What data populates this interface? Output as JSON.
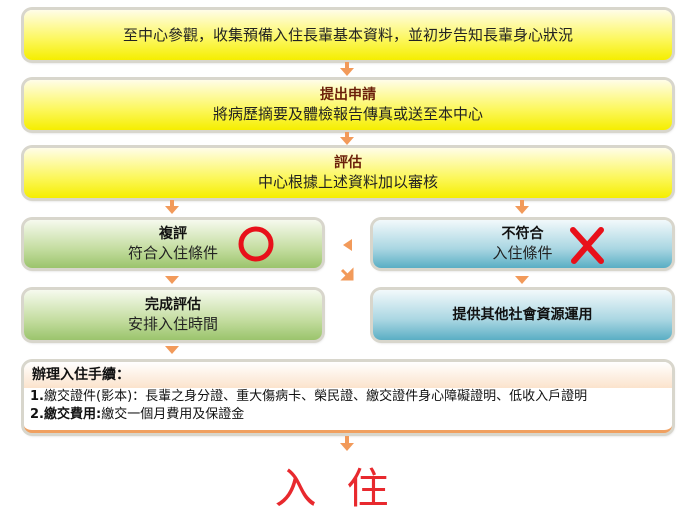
{
  "step1": {
    "text": "至中心參觀，收集預備入住長輩基本資料，並初步告知長輩身心狀況"
  },
  "step2": {
    "title": "提出申請",
    "text": "將病歷摘要及體檢報告傳真或送至本中心"
  },
  "step3": {
    "title": "評估",
    "text": "中心根據上述資料加以審核"
  },
  "pass": {
    "title": "複評",
    "text": "符合入住條件",
    "mark": "circle-icon"
  },
  "fail": {
    "title": "不符合",
    "text": "入住條件",
    "mark": "cross-icon"
  },
  "pass_next": {
    "title": "完成評估",
    "text": "安排入住時間"
  },
  "fail_next": {
    "title": "提供其他社會資源運用"
  },
  "procedures": {
    "title": "辦理入住手續：",
    "items": [
      {
        "num": "1.",
        "label": "繳交證件",
        "text": "(影本)：長輩之身分證、重大傷病卡、榮民證、繳交證件身心障礙證明、低收入戶證明"
      },
      {
        "num": "2.",
        "label": "繳交費用:",
        "text": "繳交一個月費用及保證金"
      }
    ]
  },
  "final": {
    "text": "入住"
  },
  "colors": {
    "arrow": "#f29a5a",
    "final": "#e8292e",
    "title": "#6b1f0a"
  }
}
